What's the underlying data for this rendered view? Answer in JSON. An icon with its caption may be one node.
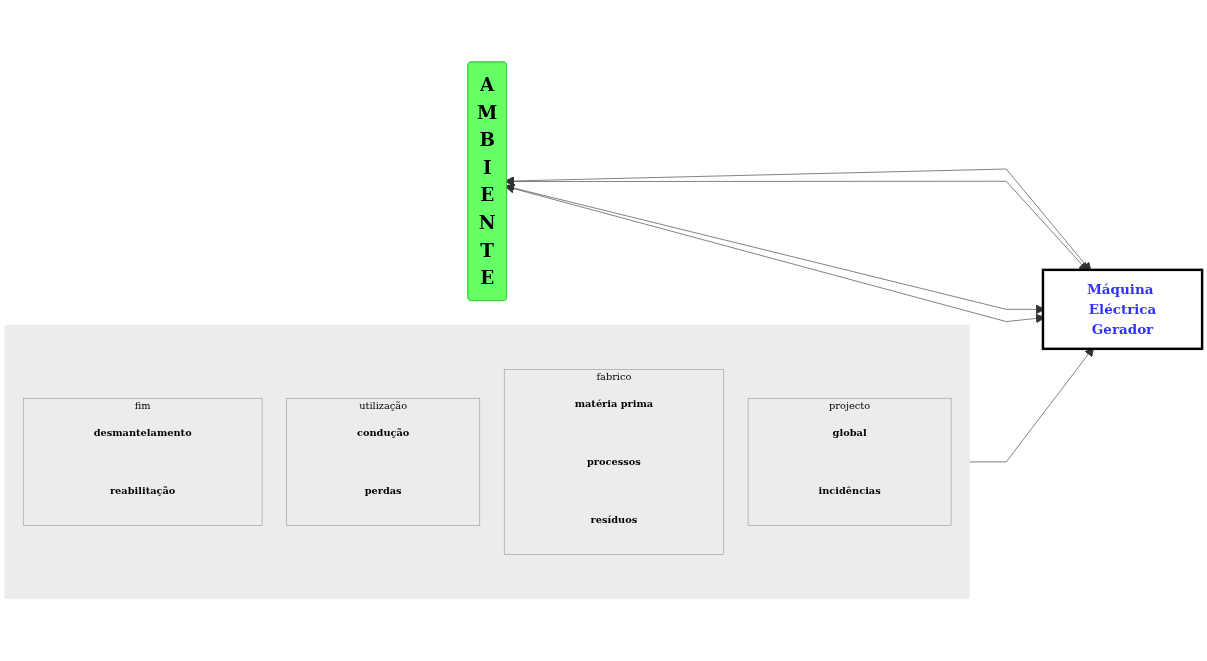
{
  "diagram": {
    "nodes": [
      {
        "text": [
          "AMBIENTE"
        ]
      },
      {
        "text": [
          "Máquina Eléctrica",
          "Gerador"
        ]
      },
      {
        "text": [],
        "shape": "box"
      },
      {
        "text": [
          "projecto"
        ],
        "in": 2
      },
      {
        "text": [
          "global"
        ],
        "in": 3
      },
      {
        "text": [
          "incidências"
        ],
        "in": 3
      },
      {
        "text": [
          "fabrico"
        ],
        "in": 2
      },
      {
        "text": [
          "matéria prima"
        ],
        "in": 6
      },
      {
        "text": [
          "processos"
        ],
        "in": 6
      },
      {
        "text": [
          "resíduos"
        ],
        "in": 6
      },
      {
        "text": [
          "utilização"
        ],
        "in": 2
      },
      {
        "text": [
          "condução"
        ],
        "in": 10
      },
      {
        "text": [
          "perdas"
        ],
        "in": 10
      },
      {
        "text": [
          "fim"
        ],
        "in": 2
      },
      {
        "text": [
          "desmantelamento"
        ],
        "in": 13
      },
      {
        "text": [
          "reabilitação"
        ],
        "in": 13
      }
    ],
    "edges": [
      {
        "from": 0,
        "to": 1,
        "arrow": "both"
      },
      {
        "from": 0,
        "to": 1,
        "arrow": "both"
      },
      {
        "from": 0,
        "to": 1,
        "arrow": "both"
      },
      {
        "from": 0,
        "to": 1,
        "arrow": "both"
      },
      {
        "from": 2,
        "to": 1,
        "arrow": "to"
      }
    ]
  }
}
